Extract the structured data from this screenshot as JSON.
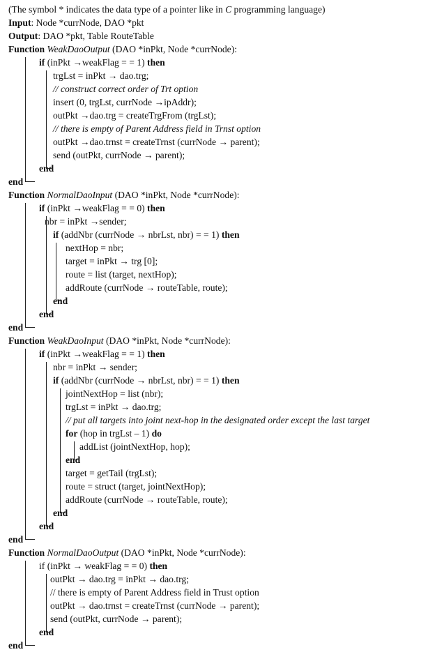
{
  "algorithm": {
    "lines": [
      [
        {
          "t": "(The symbol * indicates the data type of a pointer like in "
        },
        {
          "t": "C",
          "s": "i"
        },
        {
          "t": " programming language)"
        }
      ],
      [
        {
          "t": "Input",
          "s": "b"
        },
        {
          "t": ": Node *currNode, DAO *pkt"
        }
      ],
      [
        {
          "t": "Output",
          "s": "b"
        },
        {
          "t": ": DAO *pkt, Table RouteTable"
        }
      ],
      [
        {
          "t": "Function ",
          "s": "b"
        },
        {
          "t": "WeakDaoOutput",
          "s": "i"
        },
        {
          "t": " (DAO *inPkt, Node *currNode):"
        }
      ],
      [
        {
          "t": "if",
          "s": "b"
        },
        {
          "t": " (inPkt →weakFlag = = 1) "
        },
        {
          "t": "then",
          "s": "b"
        }
      ],
      [
        {
          "t": "trgLst = inPkt → dao.trg;"
        }
      ],
      [
        {
          "t": "// construct correct order of Trt option",
          "s": "i"
        }
      ],
      [
        {
          "t": "insert (0, trgLst, currNode →ipAddr);"
        }
      ],
      [
        {
          "t": "outPkt →dao.trg = createTrgFrom (trgLst);"
        }
      ],
      [
        {
          "t": "// there is empty of Parent Address field in Trnst option",
          "s": "i"
        }
      ],
      [
        {
          "t": "outPkt →dao.trnst = createTrnst (currNode → parent);"
        }
      ],
      [
        {
          "t": "send (outPkt, currNode → parent);"
        }
      ],
      [
        {
          "t": "end",
          "s": "b"
        }
      ],
      [
        {
          "t": "end",
          "s": "b"
        }
      ],
      [
        {
          "t": "Function ",
          "s": "b"
        },
        {
          "t": "NormalDaoInput",
          "s": "i"
        },
        {
          "t": " (DAO *inPkt, Node *currNode):"
        }
      ],
      [
        {
          "t": "if",
          "s": "b"
        },
        {
          "t": " (inPkt →weakFlag = = 0) "
        },
        {
          "t": "then",
          "s": "b"
        }
      ],
      [
        {
          "t": "nbr = inPkt →sender;"
        }
      ],
      [
        {
          "t": "if",
          "s": "b"
        },
        {
          "t": " (addNbr (currNode → nbrLst, nbr) = = 1) "
        },
        {
          "t": "then",
          "s": "b"
        }
      ],
      [
        {
          "t": "nextHop = nbr;"
        }
      ],
      [
        {
          "t": "target = inPkt → trg [0];"
        }
      ],
      [
        {
          "t": "route = list (target, nextHop);"
        }
      ],
      [
        {
          "t": "addRoute (currNode → routeTable, route);"
        }
      ],
      [
        {
          "t": "end",
          "s": "b"
        }
      ],
      [
        {
          "t": "end",
          "s": "b"
        }
      ],
      [
        {
          "t": "end",
          "s": "b"
        }
      ],
      [
        {
          "t": "Function ",
          "s": "b"
        },
        {
          "t": "WeakDaoInput",
          "s": "i"
        },
        {
          "t": " (DAO *inPkt, Node *currNode):"
        }
      ],
      [
        {
          "t": "if",
          "s": "b"
        },
        {
          "t": " (inPkt →weakFlag = = 1) "
        },
        {
          "t": "then",
          "s": "b"
        }
      ],
      [
        {
          "t": "nbr = inPkt → sender;"
        }
      ],
      [
        {
          "t": "if",
          "s": "b"
        },
        {
          "t": " (addNbr (currNode → nbrLst, nbr) = = 1) "
        },
        {
          "t": "then",
          "s": "b"
        }
      ],
      [
        {
          "t": "jointNextHop = list (nbr);"
        }
      ],
      [
        {
          "t": "trgLst = inPkt → dao.trg;"
        }
      ],
      [
        {
          "t": "// put all targets into joint next-hop in the designated order except the last target",
          "s": "i"
        }
      ],
      [
        {
          "t": "for",
          "s": "b"
        },
        {
          "t": " (hop in trgLst – 1) "
        },
        {
          "t": "do",
          "s": "b"
        }
      ],
      [
        {
          "t": "addList (jointNextHop, hop);"
        }
      ],
      [
        {
          "t": "end",
          "s": "b"
        }
      ],
      [
        {
          "t": "target = getTail (trgLst);"
        }
      ],
      [
        {
          "t": "route = struct (target, jointNextHop);"
        }
      ],
      [
        {
          "t": "addRoute (currNode → routeTable, route);"
        }
      ],
      [
        {
          "t": "end",
          "s": "b"
        }
      ],
      [
        {
          "t": "end",
          "s": "b"
        }
      ],
      [
        {
          "t": "end",
          "s": "b"
        }
      ],
      [
        {
          "t": "Function ",
          "s": "b"
        },
        {
          "t": "NormalDaoOutput",
          "s": "i"
        },
        {
          "t": " (DAO *inPkt, Node *currNode):"
        }
      ],
      [
        {
          "t": "if (inPkt → weakFlag = = 0) "
        },
        {
          "t": "then",
          "s": "b"
        }
      ],
      [
        {
          "t": "outPkt → dao.trg = inPkt → dao.trg;"
        }
      ],
      [
        {
          "t": "// there is empty of Parent Address field in Trust option"
        }
      ],
      [
        {
          "t": "outPkt → dao.trnst = createTrnst (currNode → parent);"
        }
      ],
      [
        {
          "t": "send (outPkt, currNode → parent);"
        }
      ],
      [
        {
          "t": "end",
          "s": "b"
        }
      ],
      [
        {
          "t": "end",
          "s": "b"
        }
      ]
    ]
  }
}
